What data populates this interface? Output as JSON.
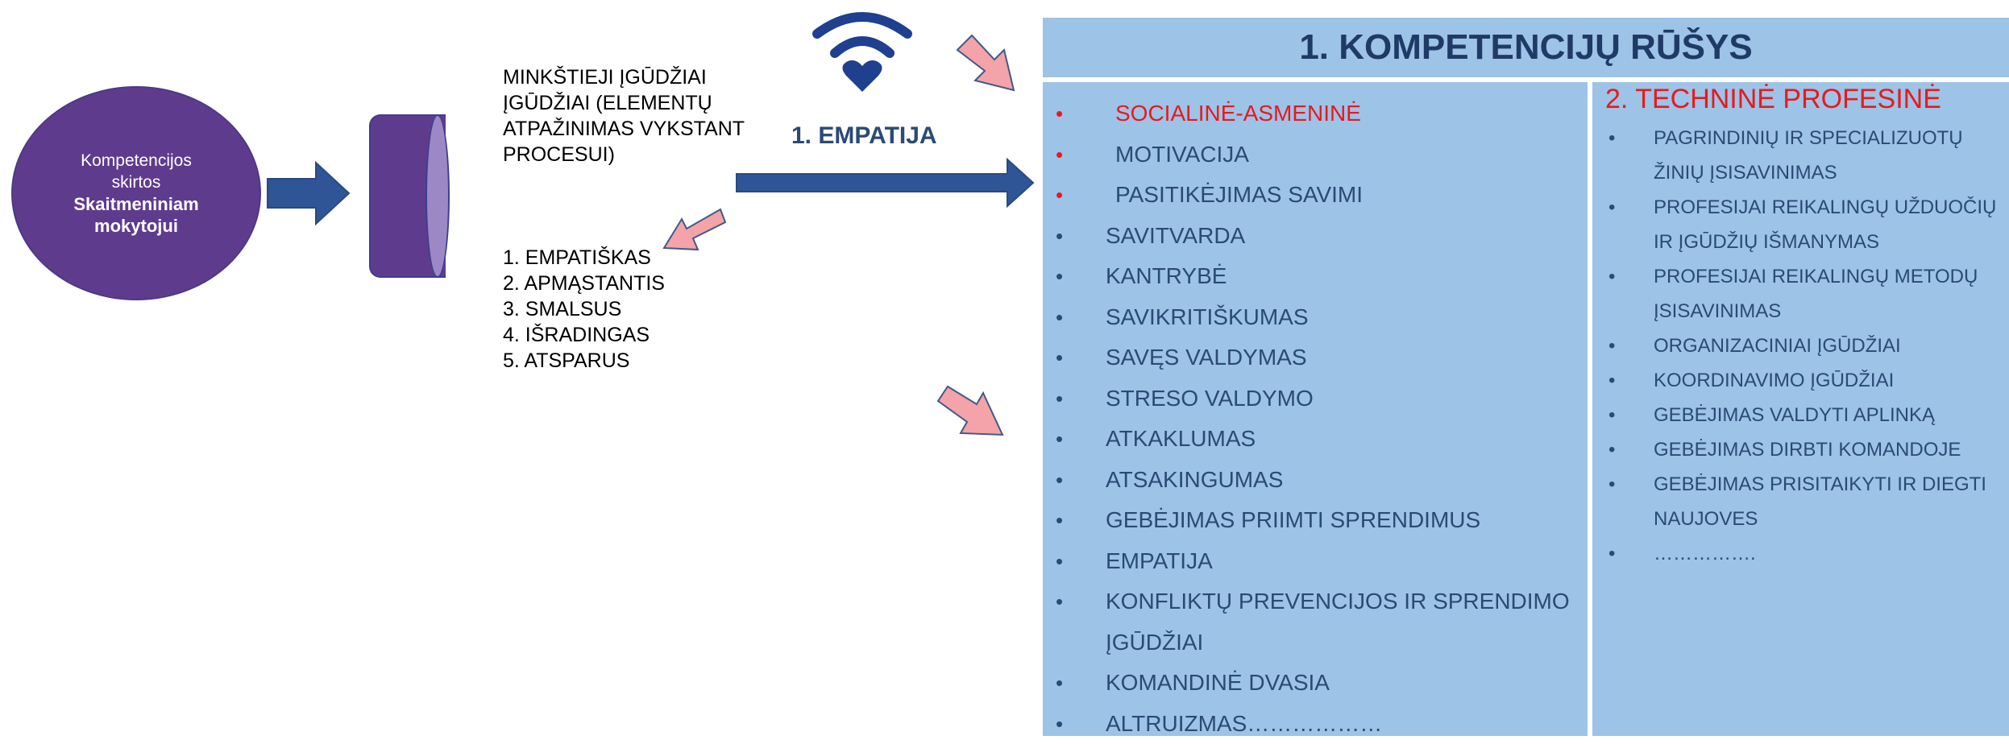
{
  "circle": {
    "line1": "Kompetencijos",
    "line2": "skirtos",
    "line3": "Skaitmeniniam",
    "line4": "mokytojui"
  },
  "soft_skills": {
    "heading": "MINKŠTIEJI ĮGŪDŽIAI ĮGŪDŽIAI (ELEMENTŲ ATPAŽINIMAS VYKSTANT PROCESUI)",
    "traits": [
      "1. EMPATIŠKAS",
      "2. APMĄSTANTIS",
      "3. SMALSUS",
      "4. IŠRADINGAS",
      "5. ATSPARUS"
    ]
  },
  "empathy_label": "1. EMPATIJA",
  "panel": {
    "title": "1. KOMPETENCIJŲ RŪŠYS",
    "column_a": {
      "items": [
        "SOCIALINĖ-ASMENINĖ",
        "MOTIVACIJA",
        "PASITIKĖJIMAS SAVIMI",
        "SAVITVARDA",
        "KANTRYBĖ",
        "SAVIKRITIŠKUMAS",
        "SAVĘS VALDYMAS",
        "STRESO VALDYMO",
        "ATKAKLUMAS",
        "ATSAKINGUMAS",
        "GEBĖJIMAS PRIIMTI SPRENDIMUS",
        "EMPATIJA",
        "KONFLIKTŲ PREVENCIJOS IR SPRENDIMO",
        "ĮGŪDŽIAI",
        "KOMANDINĖ DVASIA",
        "ALTRUIZMAS………………"
      ]
    },
    "column_b": {
      "title": "2. TECHNINĖ PROFESINĖ",
      "items": [
        "PAGRINDINIŲ IR SPECIALIZUOTŲ",
        "ŽINIŲ ĮSISAVINIMAS",
        "PROFESIJAI REIKALINGŲ UŽDUOČIŲ",
        "IR ĮGŪDŽIŲ IŠMANYMAS",
        "PROFESIJAI REIKALINGŲ METODŲ",
        "ĮSISAVINIMAS",
        "ORGANIZACINIAI ĮGŪDŽIAI",
        "KOORDINAVIMO ĮGŪDŽIAI",
        "GEBĖJIMAS VALDYTI APLINKĄ",
        "GEBĖJIMAS DIRBTI KOMANDOJE",
        "GEBĖJIMAS PRISITAIKYTI IR DIEGTI",
        "NAUJOVES",
        "……………."
      ]
    }
  },
  "colors": {
    "purple": "#5f3b8e",
    "navy_arrow": "#2f5597",
    "pink_arrow": "#f4a3a8",
    "panel_blue": "#9dc3e6",
    "text_blue": "#2b4a75",
    "accent_red": "#e8191d"
  },
  "icons": [
    "wifi-heart-icon"
  ]
}
